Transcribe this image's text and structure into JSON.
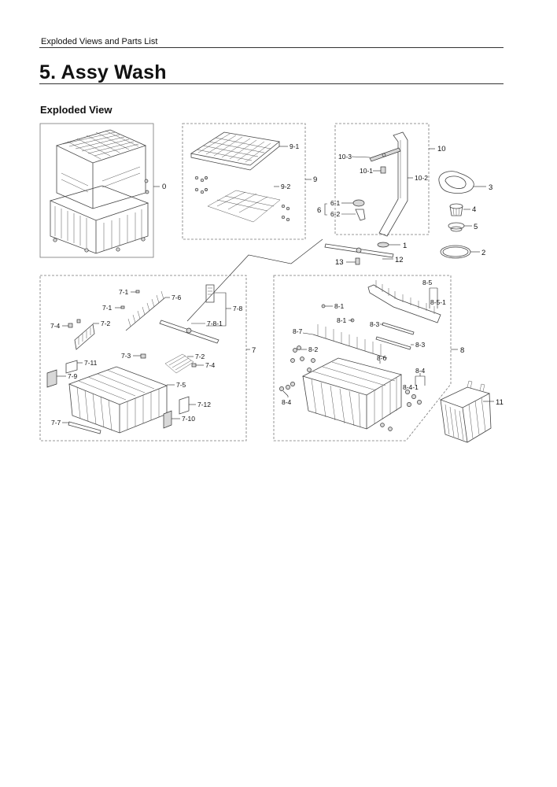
{
  "header": {
    "section": "Exploded Views and Parts List"
  },
  "page": {
    "title": "5.  Assy Wash",
    "subtitle": "Exploded View"
  },
  "callouts": {
    "c0": "0",
    "c1": "1",
    "c2": "2",
    "c3": "3",
    "c4": "4",
    "c5": "5",
    "c6": "6",
    "c6_1": "6-1",
    "c6_2": "6-2",
    "c7": "7",
    "c7_1a": "7-1",
    "c7_1b": "7-1",
    "c7_2a": "7-2",
    "c7_2b": "7-2",
    "c7_3": "7-3",
    "c7_4a": "7-4",
    "c7_4b": "7-4",
    "c7_5": "7-5",
    "c7_6": "7-6",
    "c7_7": "7-7",
    "c7_8": "7-8",
    "c7_8_1": "7-8-1",
    "c7_9": "7-9",
    "c7_10": "7-10",
    "c7_11": "7-11",
    "c7_12": "7-12",
    "c8": "8",
    "c8_1a": "8-1",
    "c8_1b": "8-1",
    "c8_2": "8-2",
    "c8_3a": "8-3",
    "c8_3b": "8-3",
    "c8_4a": "8-4",
    "c8_4b": "8-4",
    "c8_4_1": "8-4-1",
    "c8_5": "8-5",
    "c8_5_1": "8-5-1",
    "c8_6": "8-6",
    "c8_7": "8-7",
    "c9": "9",
    "c9_1": "9-1",
    "c9_2": "9-2",
    "c10": "10",
    "c10_1": "10-1",
    "c10_2": "10-2",
    "c10_3": "10-3",
    "c11": "11",
    "c12": "12",
    "c13": "13"
  }
}
